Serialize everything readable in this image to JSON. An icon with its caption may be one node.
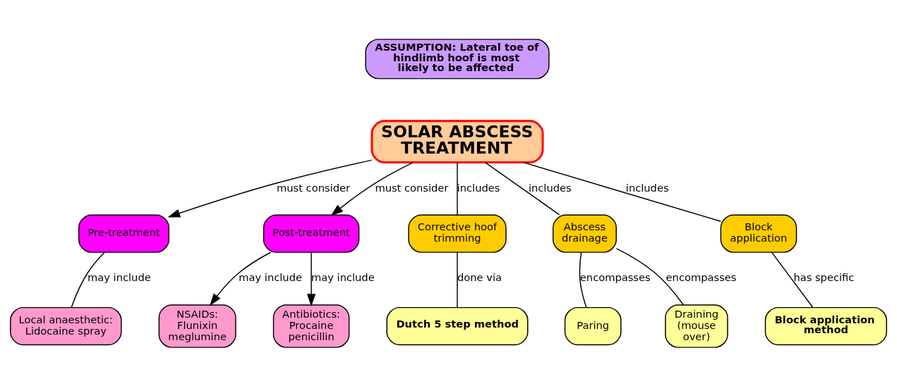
{
  "diagram": {
    "nodes": [
      {
        "text": [
          "ASSUMPTION: Lateral toe of hindlimb hoof is most likely to be affected"
        ]
      },
      {
        "text": [
          "Pre-treatment"
        ]
      },
      {
        "text": [
          "Post-treatment"
        ]
      },
      {
        "text": [
          "NSAIDs: Flunixin meglumine"
        ]
      },
      {
        "text": [
          "Antibiotics: Procaine penicillin"
        ]
      },
      {
        "text": [
          "SOLAR ABSCESS TREATMENT"
        ]
      },
      {
        "text": [
          "Local anaesthetic: Lidocaine spray"
        ]
      },
      {
        "text": [
          "Corrective hoof trimming"
        ]
      },
      {
        "text": [
          "Abscess drainage"
        ]
      },
      {
        "text": [
          "Block application"
        ]
      },
      {
        "text": [
          "Paring"
        ]
      },
      {
        "text": [
          "Draining (mouse over)"
        ]
      },
      {
        "text": [
          "Dutch 5 step method"
        ]
      },
      {
        "text": [
          "Block application method"
        ]
      }
    ],
    "edges": [
      {
        "from": 5,
        "to": 1,
        "arrow": "to",
        "label": "must consider"
      },
      {
        "from": 5,
        "to": 2,
        "arrow": "to",
        "label": "must consider"
      },
      {
        "from": 1,
        "to": 6,
        "arrow": "none",
        "label": "may include"
      },
      {
        "from": 2,
        "to": 3,
        "arrow": "to",
        "label": "may include"
      },
      {
        "from": 2,
        "to": 4,
        "arrow": "to",
        "label": "may include"
      },
      {
        "from": 5,
        "to": 7,
        "arrow": "none",
        "label": "includes"
      },
      {
        "from": 5,
        "to": 8,
        "arrow": "none",
        "label": "includes"
      },
      {
        "from": 5,
        "to": 9,
        "arrow": "none",
        "label": "includes"
      },
      {
        "from": 7,
        "to": 12,
        "arrow": "none",
        "label": "done via"
      },
      {
        "from": 8,
        "to": 10,
        "arrow": "none",
        "label": "encompasses"
      },
      {
        "from": 8,
        "to": 11,
        "arrow": "none",
        "label": "encompasses"
      },
      {
        "from": 9,
        "to": 13,
        "arrow": "none",
        "label": "has specific"
      }
    ]
  }
}
